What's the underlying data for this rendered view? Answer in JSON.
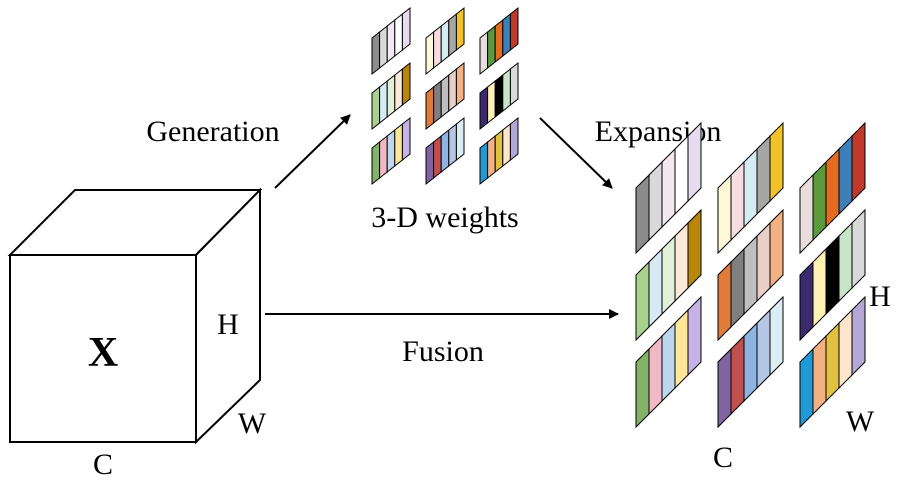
{
  "labels": {
    "cube_symbol": "X",
    "cube_height": "H",
    "cube_width": "W",
    "cube_channel": "C",
    "generation": "Generation",
    "weights_caption": "3-D weights",
    "expansion": "Expansion",
    "fusion": "Fusion",
    "out_height": "H",
    "out_width": "W",
    "out_channel": "C"
  },
  "weight_groups": [
    [
      "#8c8c8c",
      "#d9d9d9",
      "#f4e8f0",
      "#ffffff",
      "#e6dcef"
    ],
    [
      "#fff8d8",
      "#f6dde2",
      "#d5ecf2",
      "#a6a6a6",
      "#f2c229"
    ],
    [
      "#e8dcdc",
      "#5a9a3c",
      "#e46b1f",
      "#3d7fb8",
      "#c0392b"
    ],
    [
      "#a9d18e",
      "#d6e9f5",
      "#e2f0d9",
      "#fde9d9",
      "#b8860b"
    ],
    [
      "#e07b39",
      "#7f7f7f",
      "#bfbfbf",
      "#e6d0c7",
      "#f4b183"
    ],
    [
      "#3c2a6e",
      "#fff2b3",
      "#000000",
      "#c9e5c9",
      "#d9d9d9"
    ],
    [
      "#82b366",
      "#f2b8c6",
      "#bdd7ee",
      "#ffe699",
      "#c5b3e6"
    ],
    [
      "#8064a2",
      "#c0504d",
      "#8eb4e3",
      "#b4c7e7",
      "#dbeef4"
    ],
    [
      "#1f9ad6",
      "#f4b183",
      "#e0c240",
      "#ffe5cc",
      "#b4a7d6"
    ]
  ]
}
